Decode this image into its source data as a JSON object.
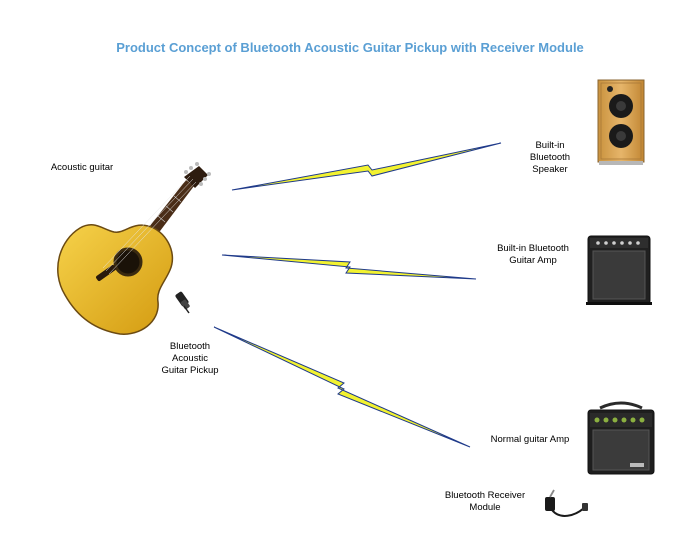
{
  "title": "Product Concept of Bluetooth Acoustic Guitar Pickup with Receiver Module",
  "labels": {
    "guitar": "Acoustic guitar",
    "pickup": "Bluetooth\nAcoustic\nGuitar Pickup",
    "speaker": "Built-in\nBluetooth\nSpeaker",
    "bt_amp": "Built-in Bluetooth\nGuitar Amp",
    "normal_amp": "Normal guitar Amp",
    "receiver": "Bluetooth Receiver\nModule"
  },
  "colors": {
    "title": "#5a9fd4",
    "bolt_fill": "#f2f230",
    "bolt_edge": "#1f3a8a",
    "guitar_body": "#e8b91c"
  },
  "icons": [
    "acoustic-guitar-icon",
    "pickup-clip-icon",
    "speaker-icon",
    "guitar-amp-icon",
    "receiver-cable-icon",
    "bluetooth-bolt-icon"
  ]
}
